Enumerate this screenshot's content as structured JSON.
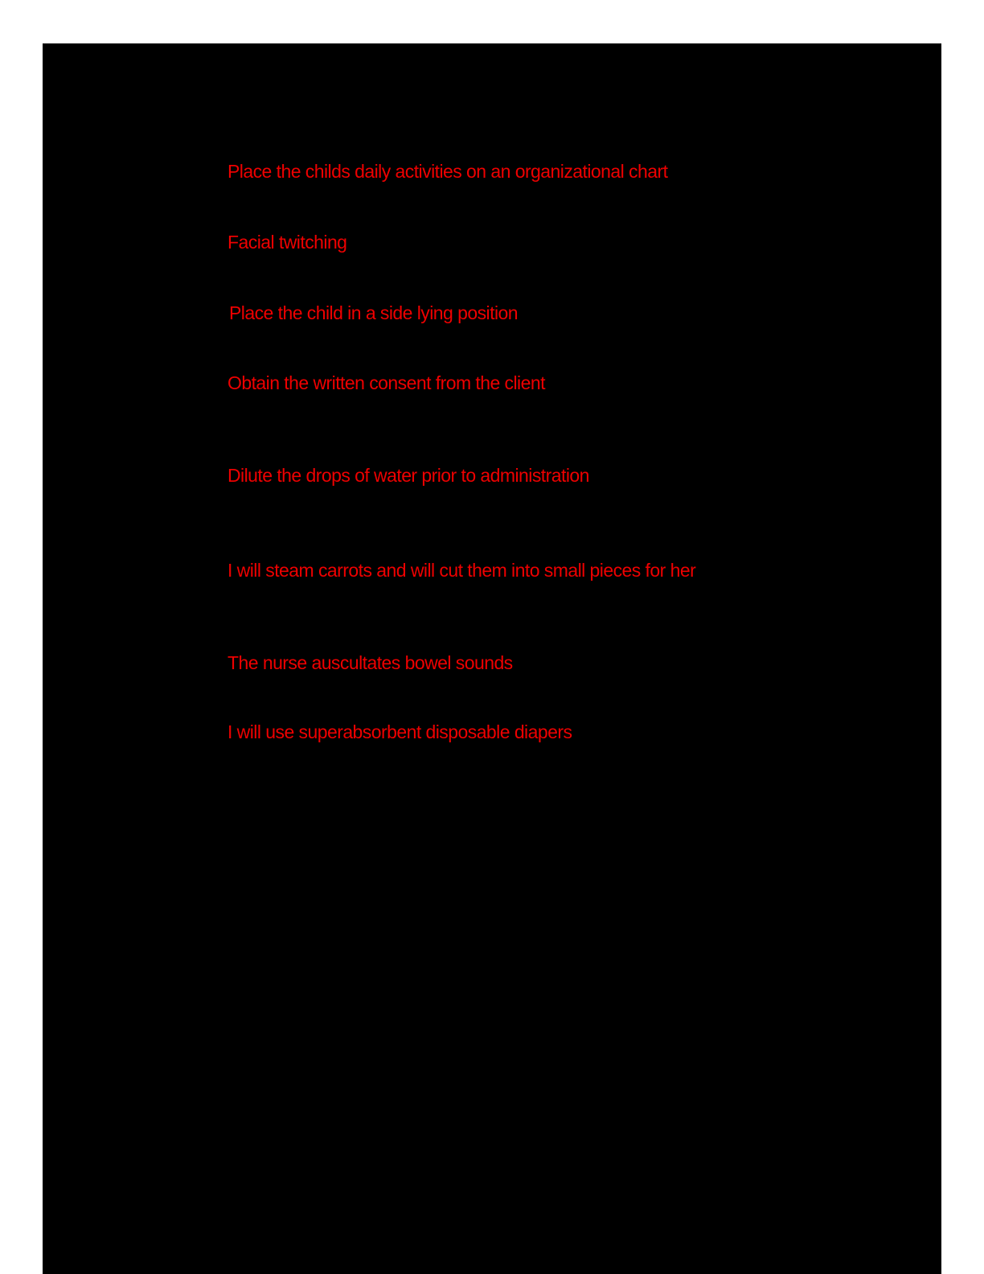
{
  "document": {
    "page_background_color": "#000000",
    "outer_background_color": "#ffffff",
    "text_color": "#ee0000",
    "lines": [
      {
        "id": "line-1",
        "text": "Place the childs daily activities on an organizational chart"
      },
      {
        "id": "line-2",
        "text": "Facial twitching"
      },
      {
        "id": "line-3",
        "text": "Place the child in a side lying position"
      },
      {
        "id": "line-4",
        "text": "Obtain the written consent from the client"
      },
      {
        "id": "line-5",
        "text": "Dilute the drops of water prior to administration"
      },
      {
        "id": "line-6",
        "text": "I will steam carrots and will cut them into small pieces for her"
      },
      {
        "id": "line-7",
        "text": "The nurse auscultates bowel sounds"
      },
      {
        "id": "line-8",
        "text": "I will use superabsorbent disposable diapers"
      }
    ]
  }
}
